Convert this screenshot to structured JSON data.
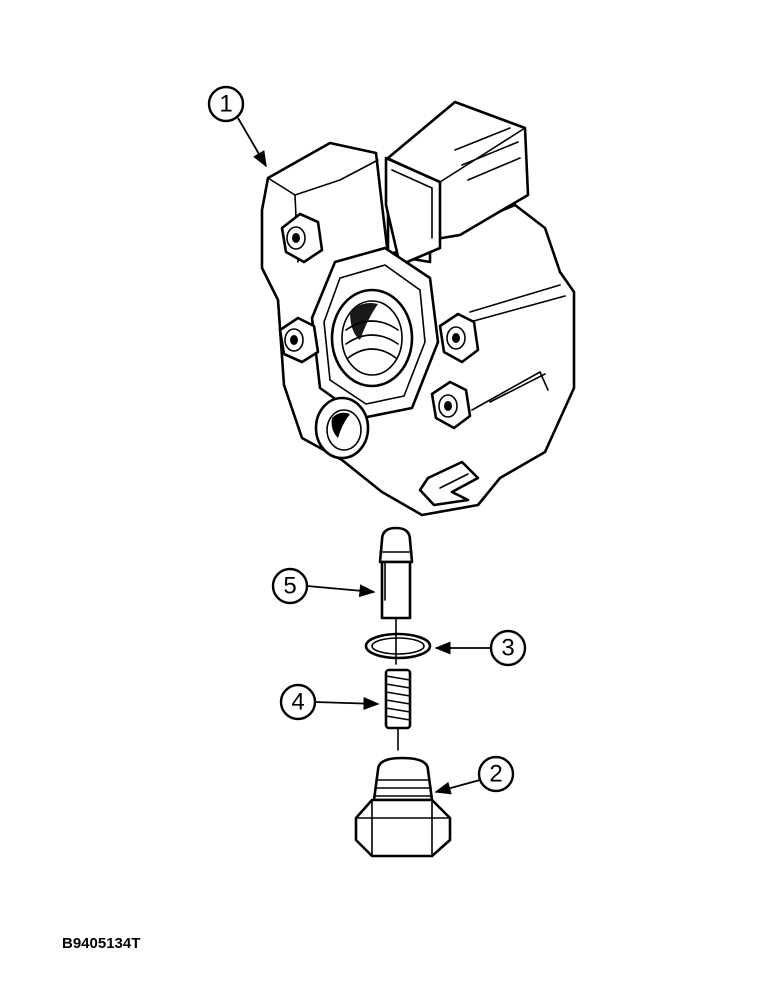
{
  "callouts": [
    {
      "id": "1",
      "label": "1"
    },
    {
      "id": "2",
      "label": "2"
    },
    {
      "id": "3",
      "label": "3"
    },
    {
      "id": "4",
      "label": "4"
    },
    {
      "id": "5",
      "label": "5"
    }
  ],
  "figure_id": "B9405134T"
}
